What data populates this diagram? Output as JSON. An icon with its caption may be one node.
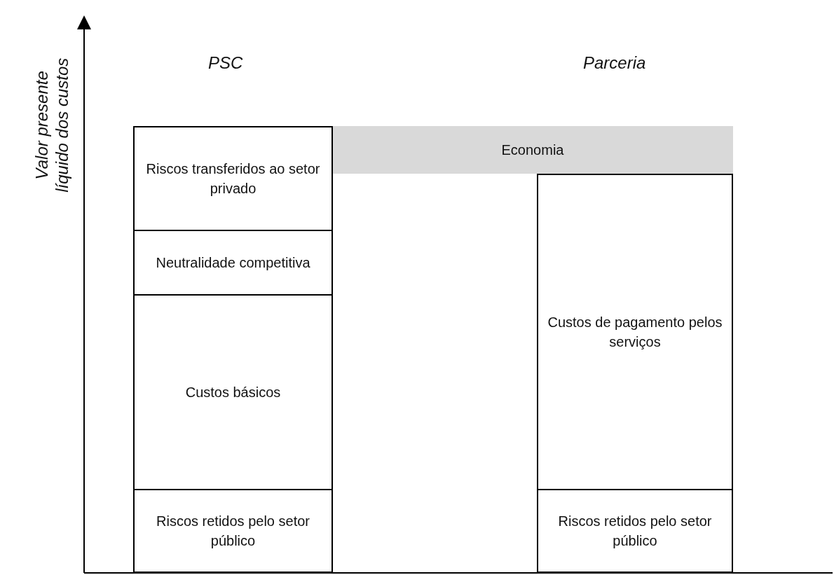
{
  "diagram": {
    "nodes": [
      {
        "text": [
          "Riscos transferidos ao setor privado"
        ]
      },
      {
        "text": [
          "Neutralidade competitiva"
        ]
      },
      {
        "text": [
          "Custos básicos"
        ]
      },
      {
        "text": [
          "Riscos retidos pelo setor público"
        ]
      },
      {
        "text": [
          "Economia"
        ]
      },
      {
        "text": [
          "Custos de pagamento pelos serviços"
        ]
      },
      {
        "text": [
          "Riscos retidos pelo setor público"
        ]
      }
    ],
    "labels": [
      "Valor presente líquido dos custos",
      "PSC",
      "Parceria"
    ]
  }
}
